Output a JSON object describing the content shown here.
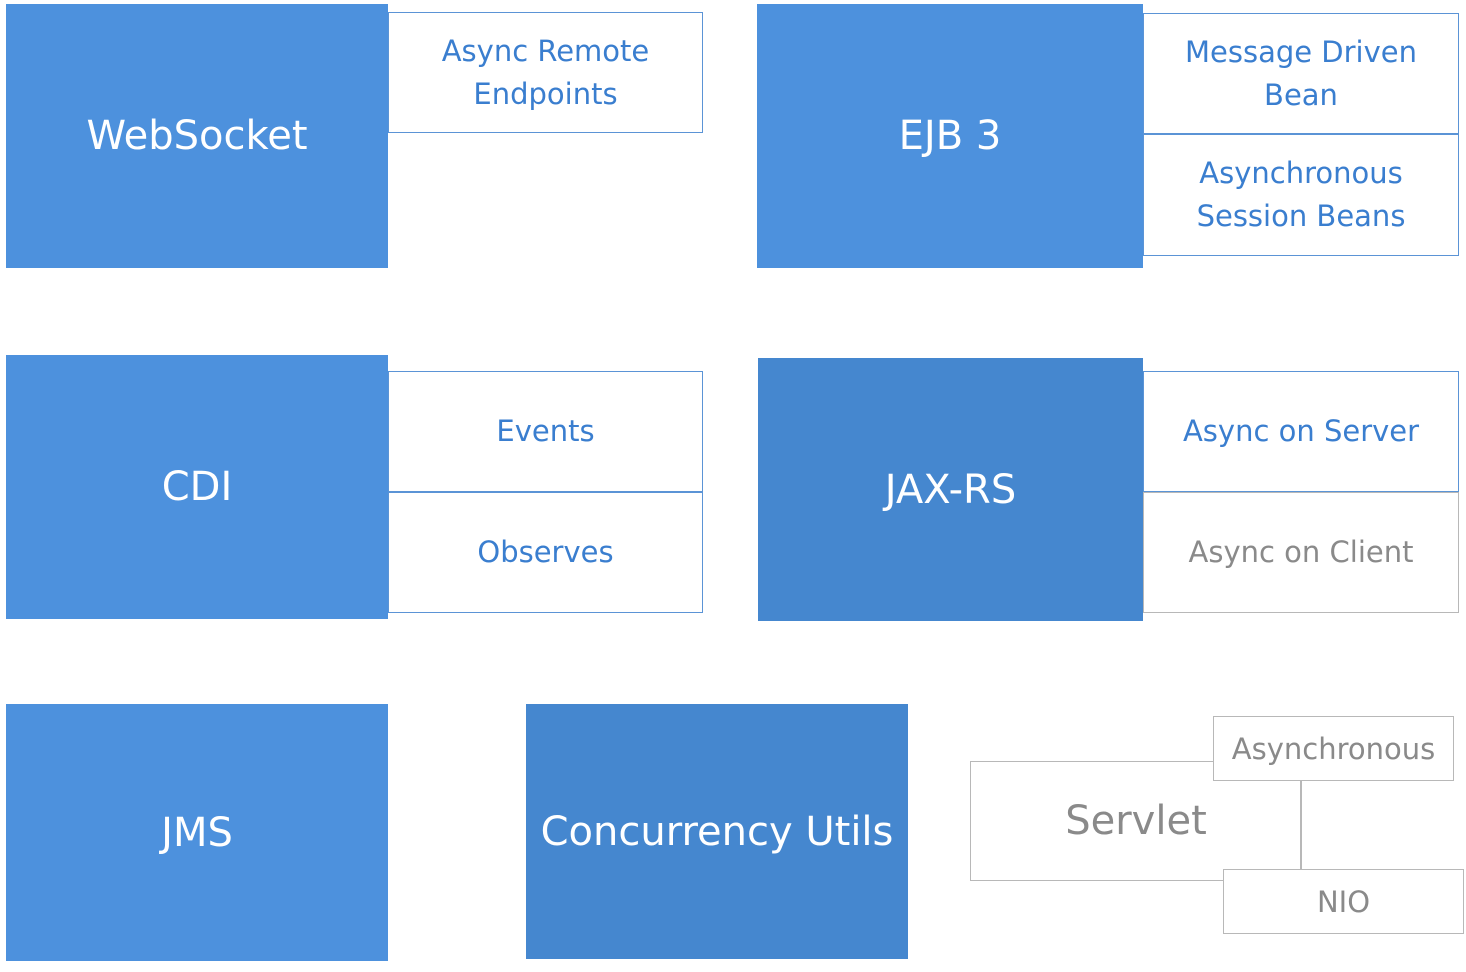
{
  "colors": {
    "primary_block": "#4d91dd",
    "dark_block": "#4587cf",
    "sub_border": "#5b94d6",
    "sub_text": "#3a7ecf",
    "gray_border": "#b8b8b8",
    "gray_text": "#8a8a8a"
  },
  "websocket": {
    "title": "WebSocket",
    "items": [
      "Async Remote\nEndpoints"
    ]
  },
  "ejb": {
    "title": "EJB 3",
    "items": [
      "Message Driven\nBean",
      "Asynchronous\nSession Beans"
    ]
  },
  "cdi": {
    "title": "CDI",
    "items": [
      "Events",
      "Observes"
    ]
  },
  "jaxrs": {
    "title": "JAX-RS",
    "items": [
      "Async on Server",
      "Async on Client"
    ]
  },
  "jms": {
    "title": "JMS"
  },
  "concurrency": {
    "title": "Concurrency Utils"
  },
  "servlet": {
    "title": "Servlet",
    "items": [
      "Asynchronous",
      "NIO"
    ]
  }
}
